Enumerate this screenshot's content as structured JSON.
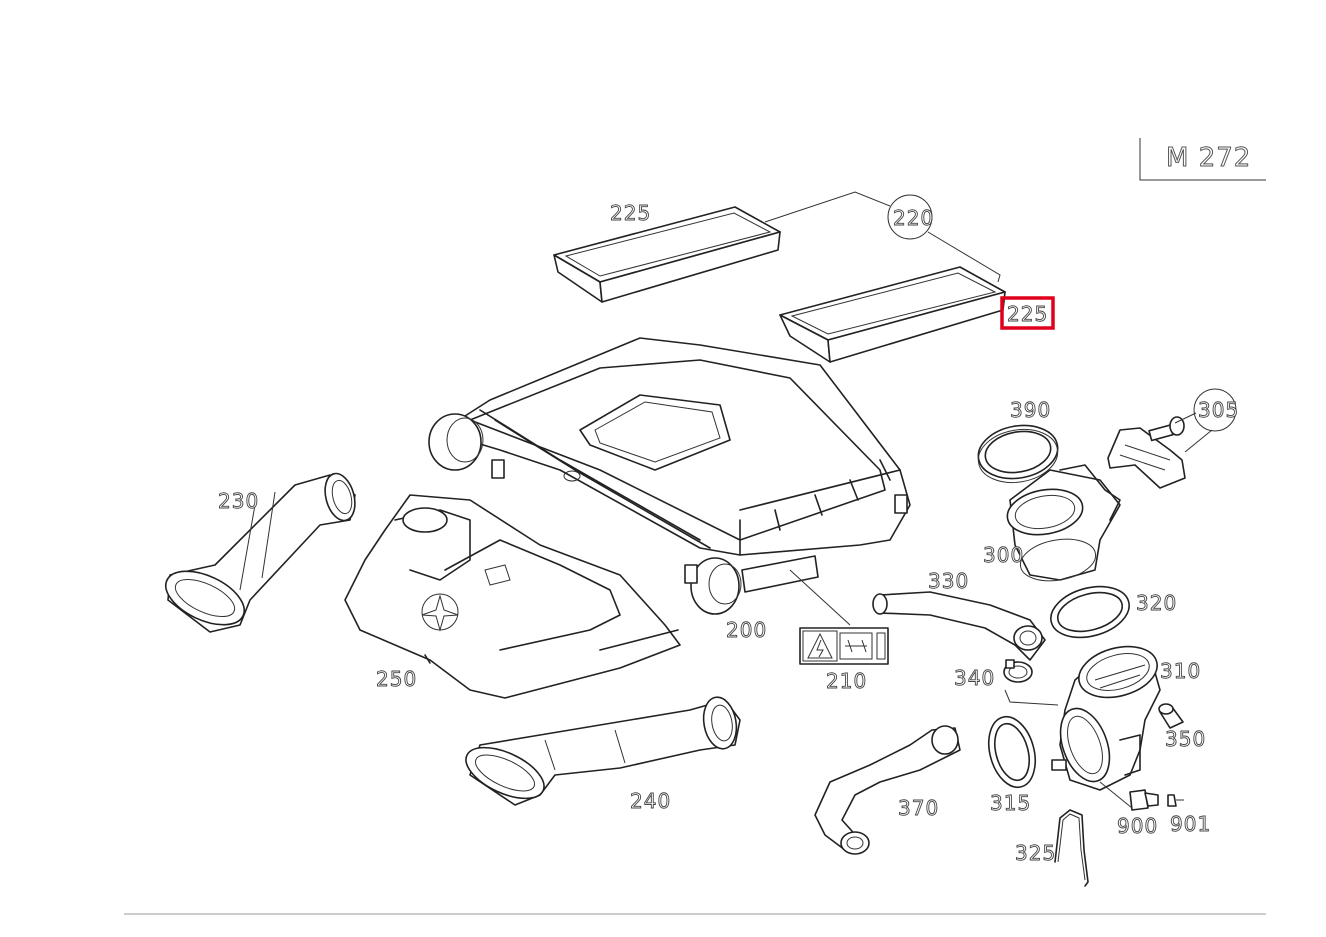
{
  "model": "M 272",
  "highlight_color": "#e0001b",
  "highlighted_part": "225",
  "parts": [
    {
      "id": "label-225-top",
      "text": "225"
    },
    {
      "id": "label-220",
      "text": "220"
    },
    {
      "id": "label-225-highlighted",
      "text": "225"
    },
    {
      "id": "label-390",
      "text": "390"
    },
    {
      "id": "label-305",
      "text": "305"
    },
    {
      "id": "label-230",
      "text": "230"
    },
    {
      "id": "label-300",
      "text": "300"
    },
    {
      "id": "label-330",
      "text": "330"
    },
    {
      "id": "label-320",
      "text": "320"
    },
    {
      "id": "label-200",
      "text": "200"
    },
    {
      "id": "label-210",
      "text": "210"
    },
    {
      "id": "label-250",
      "text": "250"
    },
    {
      "id": "label-340",
      "text": "340"
    },
    {
      "id": "label-310",
      "text": "310"
    },
    {
      "id": "label-350",
      "text": "350"
    },
    {
      "id": "label-240",
      "text": "240"
    },
    {
      "id": "label-370",
      "text": "370"
    },
    {
      "id": "label-315",
      "text": "315"
    },
    {
      "id": "label-900",
      "text": "900"
    },
    {
      "id": "label-901",
      "text": "901"
    },
    {
      "id": "label-325",
      "text": "325"
    }
  ]
}
